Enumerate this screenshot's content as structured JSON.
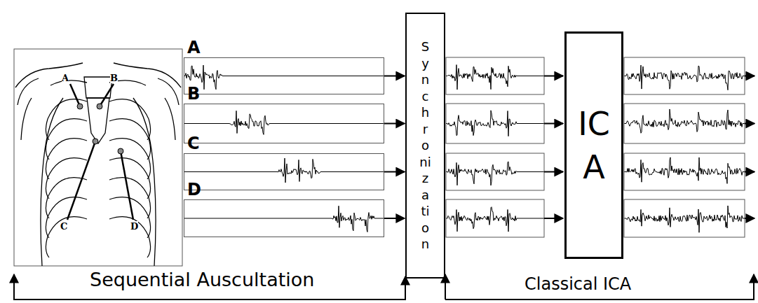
{
  "diagram": {
    "nodes": [
      {
        "text": [
          "A"
        ]
      },
      {
        "text": [
          "B"
        ]
      },
      {
        "text": [
          "C"
        ]
      },
      {
        "text": [
          "D"
        ]
      },
      {
        "text": [
          "Synchronization"
        ]
      },
      {
        "text": [
          "ICA"
        ]
      }
    ],
    "edges": [
      {
        "from": 0,
        "to": 4,
        "arrow": "to"
      },
      {
        "from": 1,
        "to": 4,
        "arrow": "to"
      },
      {
        "from": 2,
        "to": 4,
        "arrow": "to"
      },
      {
        "from": 3,
        "to": 4,
        "arrow": "to"
      }
    ],
    "labels": [
      "A",
      "B",
      "C",
      "D",
      "Sequential Auscultation",
      "Classical ICA"
    ]
  }
}
